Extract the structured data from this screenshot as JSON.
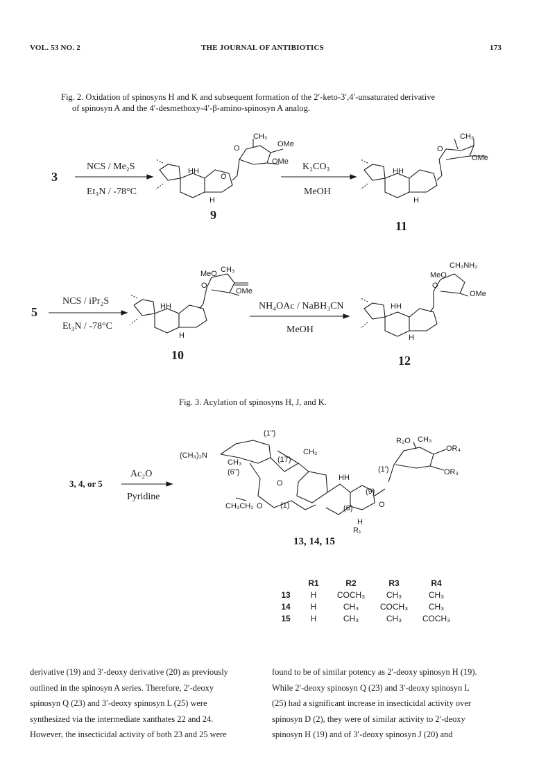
{
  "header": {
    "volume": "VOL. 53 NO. 2",
    "journal": "THE JOURNAL OF ANTIBIOTICS",
    "page": "173"
  },
  "fig2": {
    "caption_line1": "Fig. 2.   Oxidation of spinosyns H and K and subsequent formation of the 2′-keto-3′,4′-unsaturated derivative",
    "caption_line2": "of spinosyn A and the 4′-desmethoxy-4′-β-amino-spinosyn A analog.",
    "row1": {
      "start": "3",
      "reagent_top": "NCS / Me₂S",
      "reagent_bottom": "Et₃N / -78°C",
      "product": "9",
      "reagent2_top": "K₂CO₃",
      "reagent2_bottom": "MeOH",
      "product2": "11"
    },
    "row2": {
      "start": "5",
      "reagent_top": "NCS / iPr₂S",
      "reagent_bottom": "Et₃N / -78°C",
      "product": "10",
      "reagent2_top": "NH₄OAc / NaBH₃CN",
      "reagent2_bottom": "MeOH",
      "product2": "12"
    }
  },
  "fig3": {
    "caption": "Fig. 3.   Acylation of spinosyns H, J, and K.",
    "start": "3, 4, or 5",
    "reagent_top": "Ac₂O",
    "reagent_bottom": "Pyridine",
    "product": "13, 14, 15",
    "table": {
      "headers": [
        "",
        "R1",
        "R2",
        "R3",
        "R4"
      ],
      "rows": [
        [
          "13",
          "H",
          "COCH₃",
          "CH₃",
          "CH₃"
        ],
        [
          "14",
          "H",
          "CH₃",
          "COCH₃",
          "CH₃"
        ],
        [
          "15",
          "H",
          "CH₃",
          "CH₃",
          "COCH₃"
        ]
      ]
    }
  },
  "body": {
    "left_col": [
      "derivative (19) and 3′-deoxy derivative (20) as previously",
      "outlined in the spinosyn A series. Therefore, 2′-deoxy",
      "spinosyn Q (23) and 3′-deoxy spinosyn L (25) were",
      "synthesized via the intermediate xanthates 22 and 24.",
      "However, the insecticidal activity of both 23 and 25 were"
    ],
    "right_col": [
      "found to be of similar potency as 2′-deoxy spinosyn H (19).",
      "While 2′-deoxy spinosyn Q (23) and 3′-deoxy spinosyn L",
      "(25) had a significant increase in insecticidal activity over",
      "spinosyn D (2), they were of similar activity to 2′-deoxy",
      "spinosyn H (19) and of 3′-deoxy spinosyn J (20) and"
    ]
  },
  "labels": {
    "ch3": "CH₃",
    "ome": "OMe",
    "meo": "MeO",
    "o": "O",
    "h": "H",
    "hh": "HH",
    "ch3nh2": "CH₃NH₂",
    "r1": "R₁",
    "r2o": "R₂O",
    "or3": "OR₃",
    "or4": "OR₄",
    "nme2": "(CH₃)₂N",
    "et": "CH₃CH₂",
    "p1": "(1)",
    "p1pp": "(1\")",
    "p6pp": "(6\")",
    "p17": "(17)",
    "p9": "(9)",
    "p6": "(6)",
    "p1p": "(1′)"
  }
}
